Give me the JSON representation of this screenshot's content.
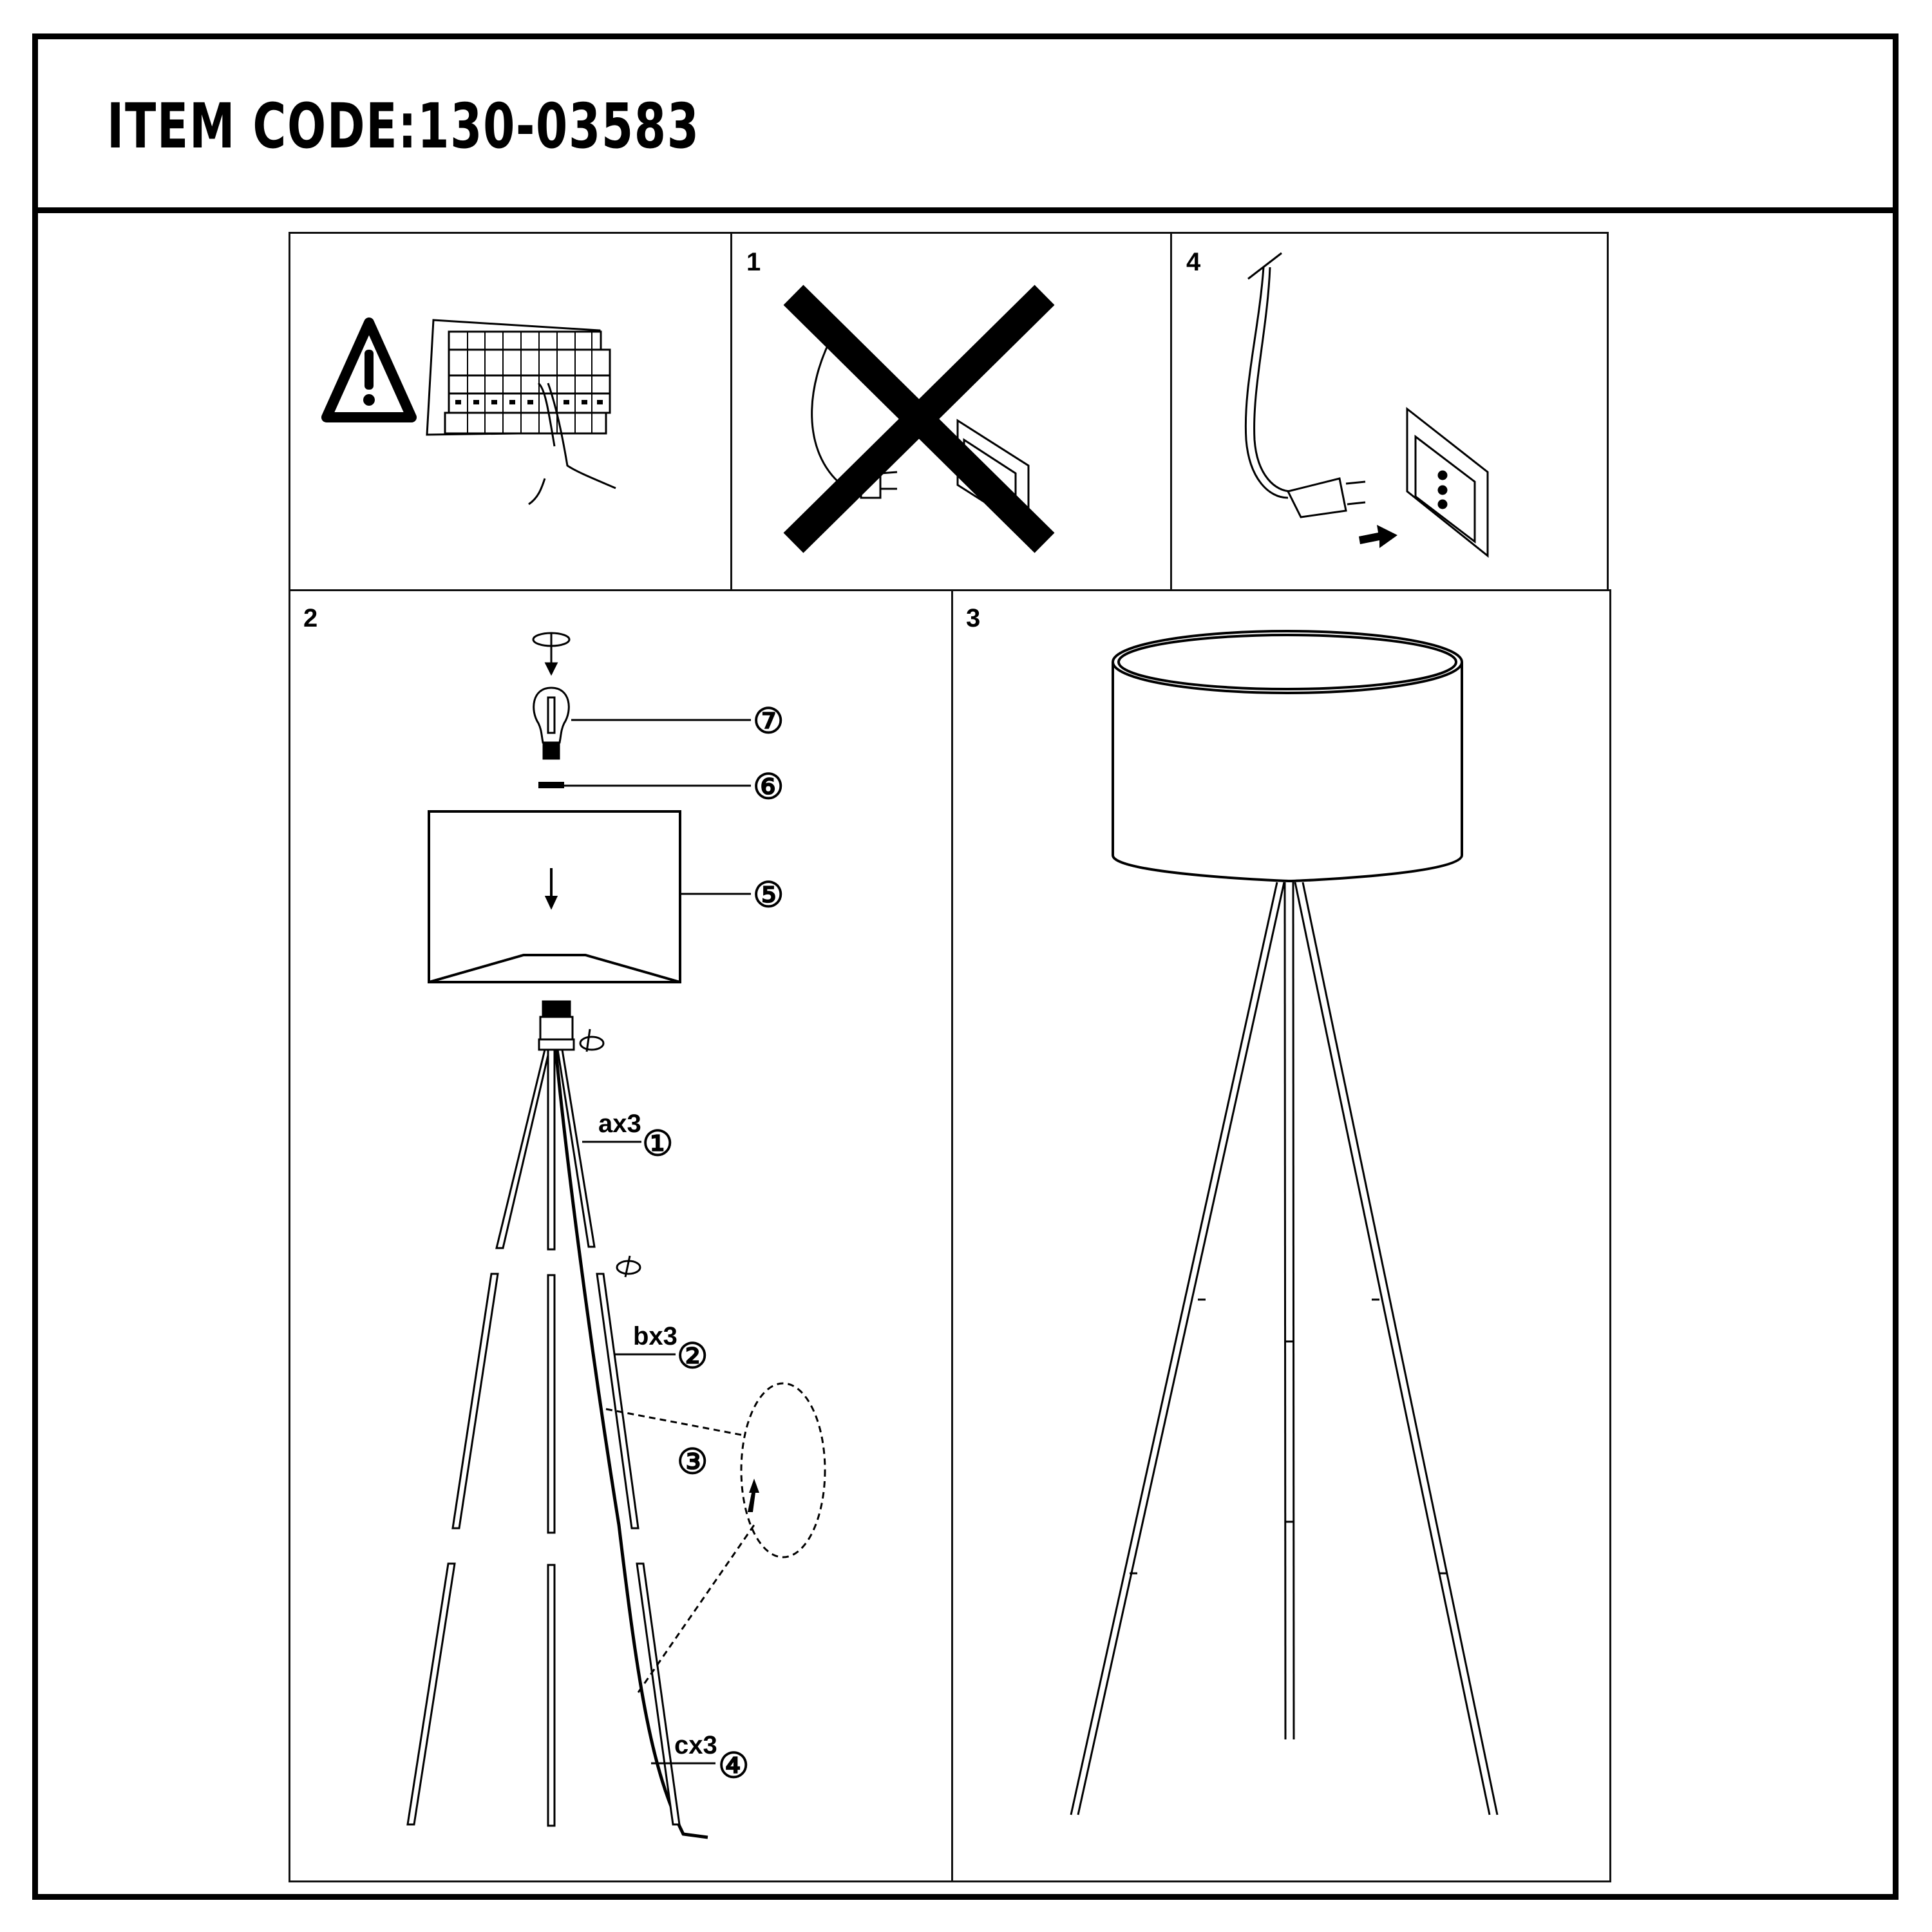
{
  "header": {
    "title": "ITEM CODE:130-03583"
  },
  "panels": [
    {
      "id": "warning",
      "step": "",
      "description": "Switch off mains power at the breaker panel before installation",
      "icons": [
        "warning-triangle-icon",
        "circuit-breaker-panel",
        "hand-icon"
      ]
    },
    {
      "id": "step-1",
      "step": "1",
      "description": "Do not plug in while assembling",
      "icons": [
        "plug-icon",
        "wall-socket-icon",
        "prohibited-x-icon"
      ]
    },
    {
      "id": "step-4",
      "step": "4",
      "description": "Insert plug into wall socket",
      "icons": [
        "plug-icon",
        "wall-socket-icon",
        "arrow-right-icon"
      ]
    },
    {
      "id": "step-2",
      "step": "2",
      "description": "Exploded assembly view of tripod floor lamp"
    },
    {
      "id": "step-3",
      "step": "3",
      "description": "Assembled tripod floor lamp with drum shade"
    }
  ],
  "parts": [
    {
      "number": "7",
      "symbol": "⑦",
      "name": "bulb"
    },
    {
      "number": "6",
      "symbol": "⑥",
      "name": "shade ring"
    },
    {
      "number": "5",
      "symbol": "⑤",
      "name": "lamp shade"
    },
    {
      "number": "1",
      "symbol": "①",
      "label": "ax3",
      "name": "upper leg section"
    },
    {
      "number": "2",
      "symbol": "②",
      "label": "bx3",
      "name": "middle leg section"
    },
    {
      "number": "3",
      "symbol": "③",
      "name": "cable clip"
    },
    {
      "number": "4",
      "symbol": "④",
      "label": "cx3",
      "name": "lower leg section"
    }
  ],
  "colors": {
    "ink": "#000000",
    "paper": "#ffffff"
  }
}
